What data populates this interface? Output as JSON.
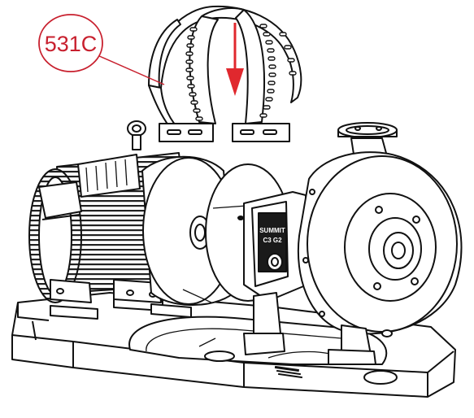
{
  "diagram": {
    "callout": {
      "label": "531C",
      "color": "#c8202e"
    },
    "nameplate_text": {
      "line1": "SUMMIT",
      "line2": "C3 G2"
    },
    "arrow_color": "#e0282e"
  }
}
